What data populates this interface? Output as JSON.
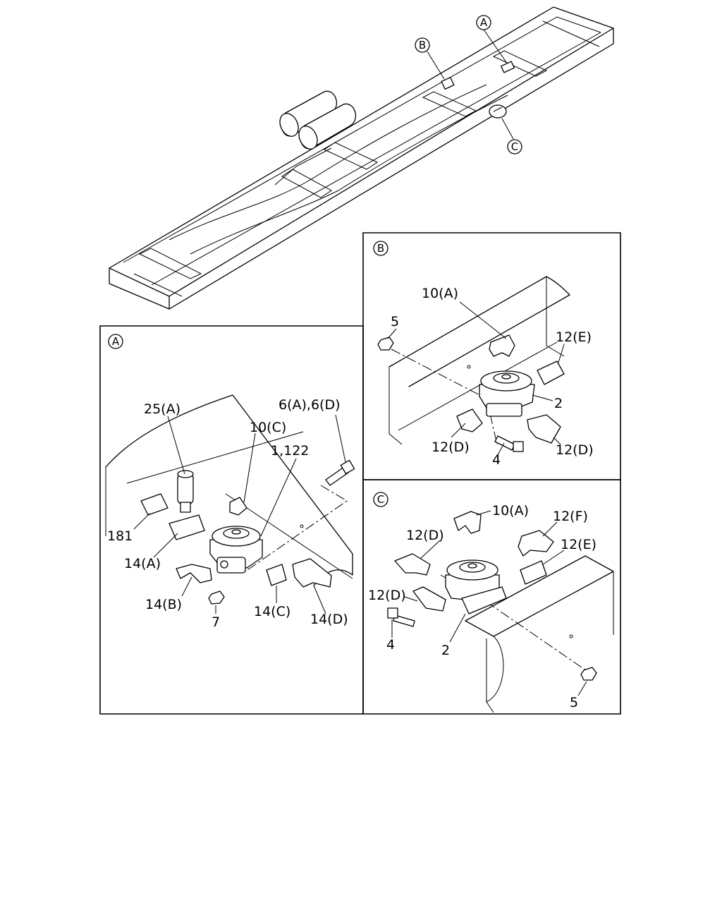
{
  "overview": {
    "callouts": {
      "A": "A",
      "B": "B",
      "C": "C"
    }
  },
  "detail_a": {
    "tag": "A",
    "labels": {
      "p25A": "25(A)",
      "p6": "6(A),6(D)",
      "p10C": "10(C)",
      "p1122": "1,122",
      "p181": "181",
      "p14A": "14(A)",
      "p14B": "14(B)",
      "p7": "7",
      "p14C": "14(C)",
      "p14D": "14(D)"
    }
  },
  "detail_b": {
    "tag": "B",
    "labels": {
      "p10A": "10(A)",
      "p5": "5",
      "p12E": "12(E)",
      "p2": "2",
      "p12D_left": "12(D)",
      "p4": "4",
      "p12D_right": "12(D)"
    }
  },
  "detail_c": {
    "tag": "C",
    "labels": {
      "p10A": "10(A)",
      "p12F": "12(F)",
      "p12D_top": "12(D)",
      "p12E": "12(E)",
      "p12D_left": "12(D)",
      "p4": "4",
      "p2": "2",
      "p5": "5"
    }
  }
}
